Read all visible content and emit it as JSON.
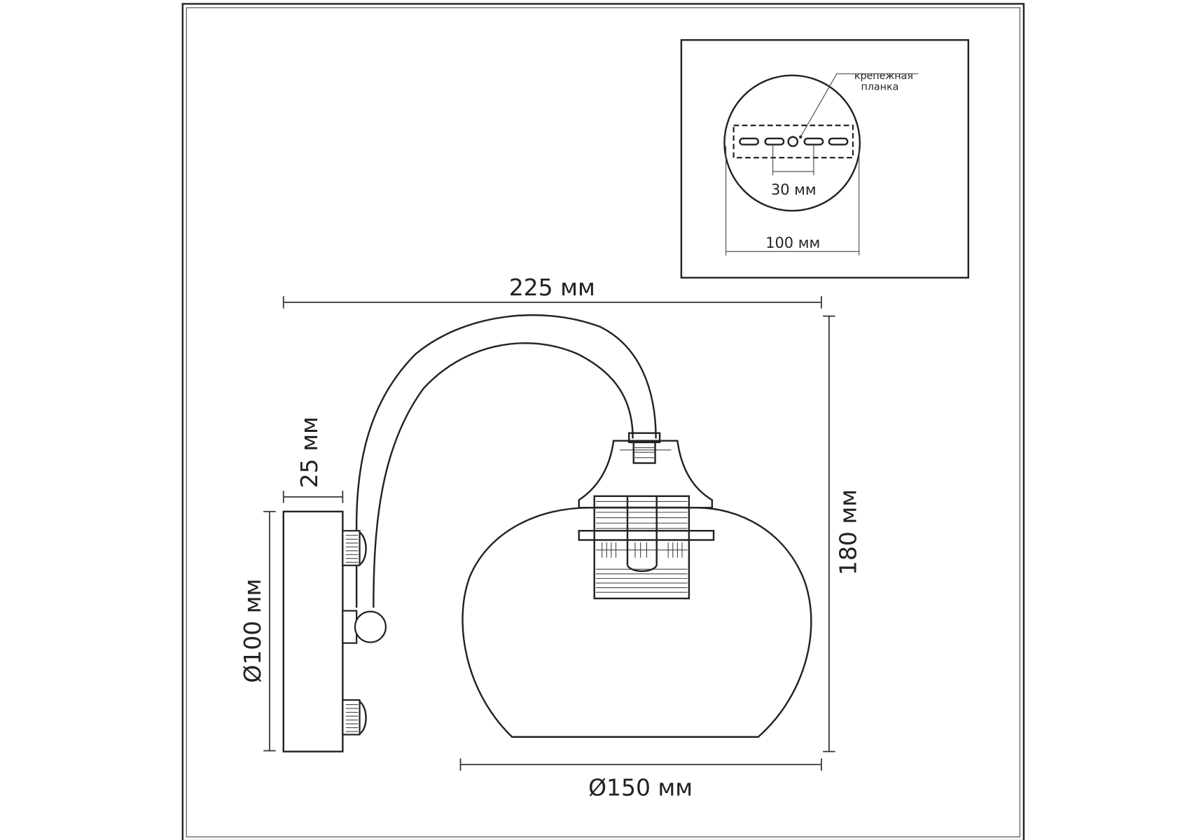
{
  "dimensions": {
    "width_225": "225 мм",
    "height_180": "180 мм",
    "shade_diameter": "Ø150 мм",
    "plate_diameter": "Ø100 мм",
    "plate_depth": "25 мм"
  },
  "inset": {
    "bracket_label_line1": "крепежная",
    "bracket_label_line2": "планка",
    "hole_spacing": "30 мм",
    "plate_width": "100 мм"
  }
}
